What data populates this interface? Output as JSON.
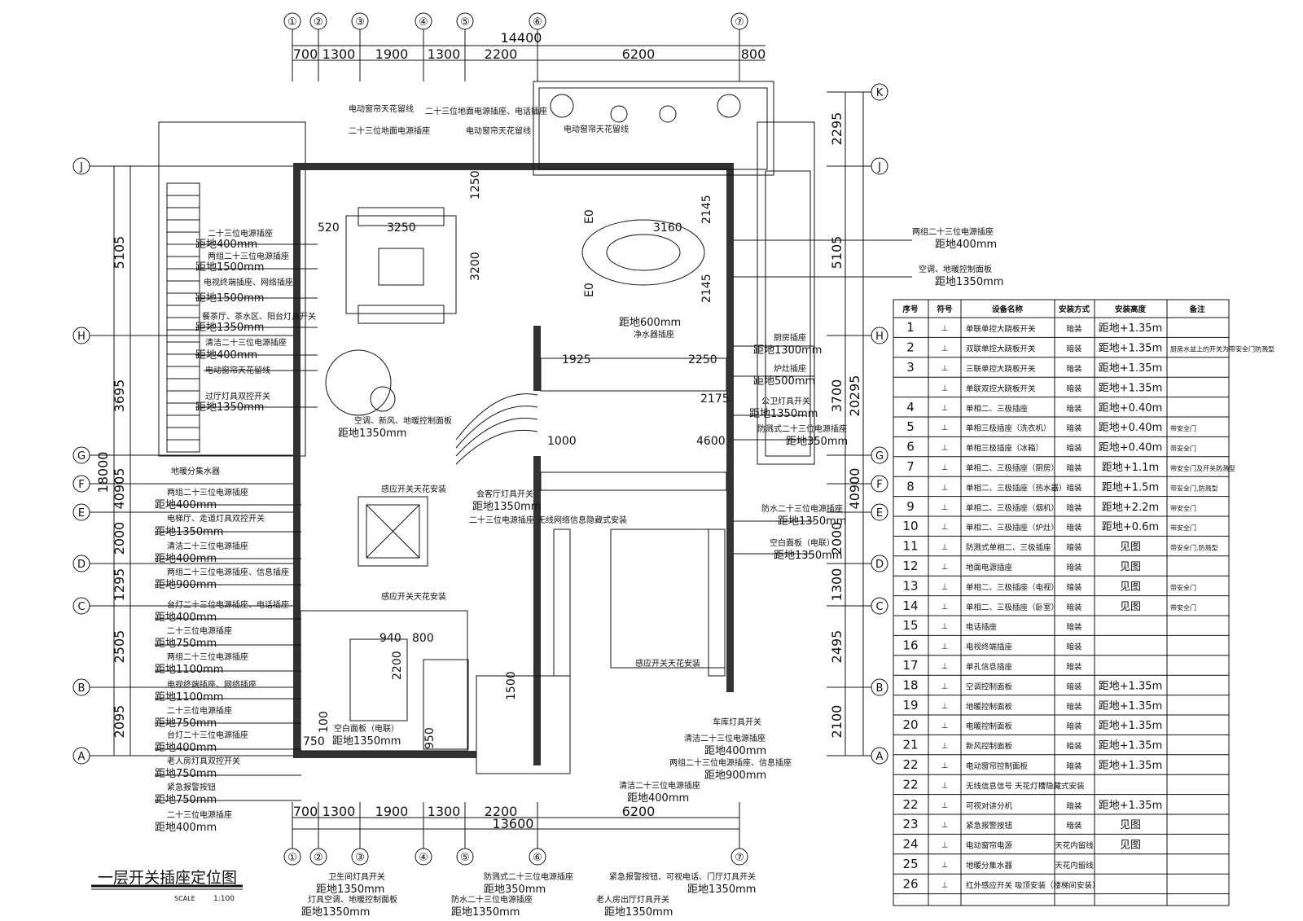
{
  "drawing": {
    "title": "一层开关插座定位图",
    "scale_label": "SCALE",
    "scale_value": "1:100"
  },
  "axes": {
    "vertical": [
      "①",
      "②",
      "③",
      "④",
      "⑤",
      "⑥",
      "⑦"
    ],
    "horizontal_left": [
      "J",
      "H",
      "G",
      "F",
      "E",
      "D",
      "C",
      "B",
      "A"
    ],
    "horizontal_right": [
      "K",
      "J",
      "H",
      "G",
      "F",
      "E",
      "D",
      "C",
      "B",
      "A"
    ]
  },
  "dimensions": {
    "top_total": "14400",
    "top_segments": [
      "700",
      "1300",
      "1900",
      "1300",
      "2200",
      "6200",
      "800"
    ],
    "bottom_total": "13600",
    "bottom_segments": [
      "700",
      "1300",
      "1900",
      "1300",
      "2200",
      "6200"
    ],
    "left_total": "18000",
    "left_sub": "40905",
    "left_segments": [
      "5105",
      "3695",
      "2000",
      "1295",
      "2505",
      "2095"
    ],
    "right_total": "20295",
    "right_segments": [
      "2295",
      "5105",
      "3700",
      "2000",
      "1300",
      "2495",
      "2100"
    ],
    "right_sub": "40900",
    "room_dims": [
      "520",
      "3250",
      "1250",
      "3200",
      "3160",
      "2145",
      "2145",
      "E0",
      "E0",
      "1925",
      "2250",
      "2175",
      "1000",
      "4600",
      "940",
      "800",
      "2200",
      "1500",
      "950",
      "750",
      "100"
    ]
  },
  "annotations": {
    "top": [
      "电动窗帘天花留线",
      "二十三位地面电源插座",
      "电动窗帘天花留线",
      "二十三位地面电源插座、电话插座",
      "电动窗帘天花留线"
    ],
    "left": [
      {
        "label": "二十三位电源插座",
        "height": "距地400mm"
      },
      {
        "label": "两组二十三位电源插座",
        "height": "距地1500mm"
      },
      {
        "label": "电视终端插座、网络插座",
        "height": "距地1500mm"
      },
      {
        "label": "餐茶厅、茶水区、阳台灯具开关",
        "height": "距地1350mm"
      },
      {
        "label": "清洁二十三位电源插座",
        "height": "距地400mm"
      },
      {
        "label": "电动窗帘天花留线",
        "height": ""
      },
      {
        "label": "过厅灯具双控开关",
        "height": "距地1350mm"
      },
      {
        "label": "地暖分集水器",
        "height": ""
      },
      {
        "label": "两组二十三位电源插座",
        "height": "距地400mm"
      },
      {
        "label": "电梯厅、走道灯具双控开关",
        "height": "距地1350mm"
      },
      {
        "label": "清洁二十三位电源插座",
        "height": "距地400mm"
      },
      {
        "label": "两组二十三位电源插座、信息插座",
        "height": "距地900mm"
      },
      {
        "label": "台灯二十三位电源插座、电话插座",
        "height": "距地400mm"
      },
      {
        "label": "二十三位电源插座",
        "height": "距地750mm"
      },
      {
        "label": "两组二十三位电源插座",
        "height": "距地1100mm"
      },
      {
        "label": "电视终端插座、网络插座",
        "height": "距地1100mm"
      },
      {
        "label": "二十三位电源插座",
        "height": "距地750mm"
      },
      {
        "label": "台灯二十三位电源插座",
        "height": "距地400mm"
      },
      {
        "label": "老人房灯具双控开关",
        "height": "距地750mm"
      },
      {
        "label": "紧急报警按钮",
        "height": "距地750mm"
      },
      {
        "label": "二十三位电源插座",
        "height": "距地400mm"
      }
    ],
    "right": [
      {
        "label": "两组二十三位电源插座",
        "height": "距地400mm"
      },
      {
        "label": "空调、地暖控制面板",
        "height": "距地1350mm"
      },
      {
        "label": "厨房插座",
        "height": "距地1300mm"
      },
      {
        "label": "炉灶插座",
        "height": "距地500mm"
      },
      {
        "label": "公卫灯具开关",
        "height": "距地1350mm"
      },
      {
        "label": "防溅式二十三位电源插座",
        "height": "距地350mm"
      },
      {
        "label": "防水二十三位电源插座",
        "height": "距地1350mm"
      },
      {
        "label": "空白面板（电联）",
        "height": "距地1350mm"
      }
    ],
    "center": [
      {
        "label": "净水器插座",
        "height": "距地600mm"
      },
      {
        "label": "空调、新风、地暖控制面板",
        "height": "距地1350mm"
      },
      {
        "label": "感应开关天花安装",
        "height": ""
      },
      {
        "label": "会客厅灯具开关",
        "height": "距地1350mm"
      },
      {
        "label": "二十三位电源插座",
        "height": ""
      },
      {
        "label": "无线网络信息隐藏式安装",
        "height": ""
      },
      {
        "label": "感应开关天花安装",
        "height": ""
      },
      {
        "label": "空白面板（电联）",
        "height": "距地1350mm"
      },
      {
        "label": "感应开关天花安装",
        "height": ""
      },
      {
        "label": "车库灯具开关",
        "height": ""
      }
    ],
    "bottom": [
      {
        "label": "清洁二十三位电源插座",
        "height": "距地400mm"
      },
      {
        "label": "两组二十三位电源插座、信息插座",
        "height": "距地900mm"
      },
      {
        "label": "清洁二十三位电源插座",
        "height": "距地400mm"
      },
      {
        "label": "卫生间灯具开关",
        "height": "距地1350mm"
      },
      {
        "label": "灯具空调、地暖控制面板",
        "height": "距地1350mm"
      },
      {
        "label": "防溅式二十三位电源插座",
        "height": "距地350mm"
      },
      {
        "label": "防水二十三位电源插座",
        "height": "距地1350mm"
      },
      {
        "label": "紧急报警按钮、可视电话、门厅灯具开关",
        "height": "距地1350mm"
      },
      {
        "label": "老人房出厅灯具开关",
        "height": "距地1350mm"
      }
    ]
  },
  "legend": {
    "headers": [
      "序号",
      "符号",
      "设备名称",
      "安装方式",
      "安装高度",
      "备注"
    ],
    "rows": [
      {
        "no": "1",
        "name": "单联单控大跷板开关",
        "method": "暗装",
        "height": "距地+1.35m",
        "note": ""
      },
      {
        "no": "2",
        "name": "双联单控大跷板开关",
        "method": "暗装",
        "height": "距地+1.35m",
        "note": "厨房水盆上的开关为带安全门防溅型"
      },
      {
        "no": "3",
        "name": "三联单控大跷板开关",
        "method": "暗装",
        "height": "距地+1.35m",
        "note": ""
      },
      {
        "no": "",
        "name": "单联双控大跷板开关",
        "method": "暗装",
        "height": "距地+1.35m",
        "note": ""
      },
      {
        "no": "4",
        "name": "单相二、三极插座",
        "method": "暗装",
        "height": "距地+0.40m",
        "note": ""
      },
      {
        "no": "5",
        "name": "单相三极插座（洗衣机）",
        "method": "暗装",
        "height": "距地+0.40m",
        "note": "带安全门"
      },
      {
        "no": "6",
        "name": "单相三极插座（冰箱）",
        "method": "暗装",
        "height": "距地+0.40m",
        "note": "带安全门"
      },
      {
        "no": "7",
        "name": "单相二、三极插座（厨房）",
        "method": "暗装",
        "height": "距地+1.1m",
        "note": "带安全门及开关防溅型"
      },
      {
        "no": "8",
        "name": "单相二、三极插座（热水器）",
        "method": "暗装",
        "height": "距地+1.5m",
        "note": "带安全门,防溅型"
      },
      {
        "no": "9",
        "name": "单相二、三极插座（烟机）",
        "method": "暗装",
        "height": "距地+2.2m",
        "note": "带安全门"
      },
      {
        "no": "10",
        "name": "单相二、三极插座（炉灶）",
        "method": "暗装",
        "height": "距地+0.6m",
        "note": "带安全门"
      },
      {
        "no": "11",
        "name": "防溅式单相二、三极插座",
        "method": "暗装",
        "height": "见图",
        "note": "带安全门,防溅型"
      },
      {
        "no": "12",
        "name": "地面电源插座",
        "method": "暗装",
        "height": "见图",
        "note": ""
      },
      {
        "no": "13",
        "name": "单相二、三极插座（电视）",
        "method": "暗装",
        "height": "见图",
        "note": "带安全门"
      },
      {
        "no": "14",
        "name": "单相二、三极插座（卧室）",
        "method": "暗装",
        "height": "见图",
        "note": "带安全门"
      },
      {
        "no": "15",
        "name": "电话插座",
        "method": "暗装",
        "height": "",
        "note": ""
      },
      {
        "no": "16",
        "name": "电视终端插座",
        "method": "暗装",
        "height": "",
        "note": ""
      },
      {
        "no": "17",
        "name": "单孔信息插座",
        "method": "暗装",
        "height": "",
        "note": ""
      },
      {
        "no": "18",
        "name": "空调控制面板",
        "method": "暗装",
        "height": "距地+1.35m",
        "note": ""
      },
      {
        "no": "19",
        "name": "地暖控制面板",
        "method": "暗装",
        "height": "距地+1.35m",
        "note": ""
      },
      {
        "no": "20",
        "name": "电暖控制面板",
        "method": "暗装",
        "height": "距地+1.35m",
        "note": ""
      },
      {
        "no": "21",
        "name": "新风控制面板",
        "method": "暗装",
        "height": "距地+1.35m",
        "note": ""
      },
      {
        "no": "22",
        "name": "电动窗帘控制面板",
        "method": "暗装",
        "height": "距地+1.35m",
        "note": ""
      },
      {
        "no": "22",
        "name": "无线信息信号 天花灯槽隐藏式安装",
        "method": "",
        "height": "",
        "note": ""
      },
      {
        "no": "22",
        "name": "可视对讲分机",
        "method": "暗装",
        "height": "距地+1.35m",
        "note": ""
      },
      {
        "no": "23",
        "name": "紧急报警按钮",
        "method": "暗装",
        "height": "见图",
        "note": ""
      },
      {
        "no": "24",
        "name": "电动窗帘电源",
        "method": "天花内留线",
        "height": "见图",
        "note": ""
      },
      {
        "no": "25",
        "name": "地暖分集水器",
        "method": "天花内留线",
        "height": "",
        "note": ""
      },
      {
        "no": "26",
        "name": "红外感应开关 吸顶安装（楼梯间安装）",
        "method": "",
        "height": "",
        "note": ""
      }
    ]
  }
}
